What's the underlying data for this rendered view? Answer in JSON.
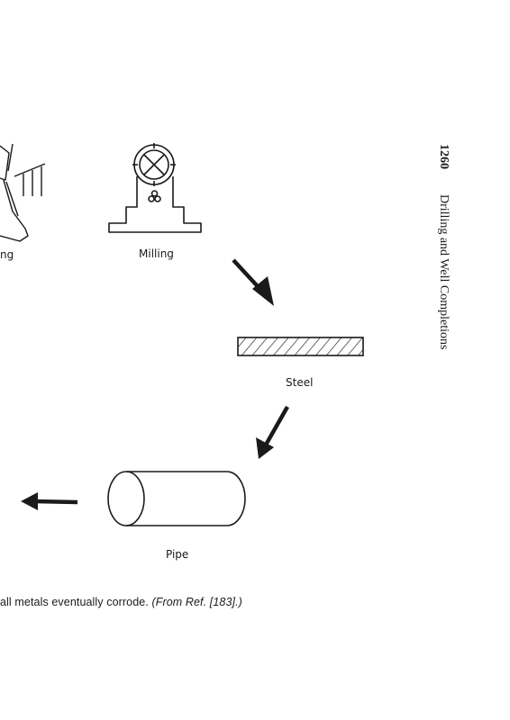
{
  "diagram": {
    "nodes": [
      {
        "id": "left-process",
        "label": "ng"
      },
      {
        "id": "milling",
        "label": "Milling"
      },
      {
        "id": "steel",
        "label": "Steel"
      },
      {
        "id": "pipe",
        "label": "Pipe"
      }
    ],
    "edges": [
      {
        "from": "milling",
        "to": "steel"
      },
      {
        "from": "steel",
        "to": "pipe"
      },
      {
        "from": "pipe",
        "to": "off-page-left"
      }
    ]
  },
  "caption": {
    "text": "all metals eventually corrode.",
    "ref": "(From Ref. [183].)"
  },
  "running_head": {
    "page_number": "1260",
    "title": "Drilling and Well Completions"
  }
}
